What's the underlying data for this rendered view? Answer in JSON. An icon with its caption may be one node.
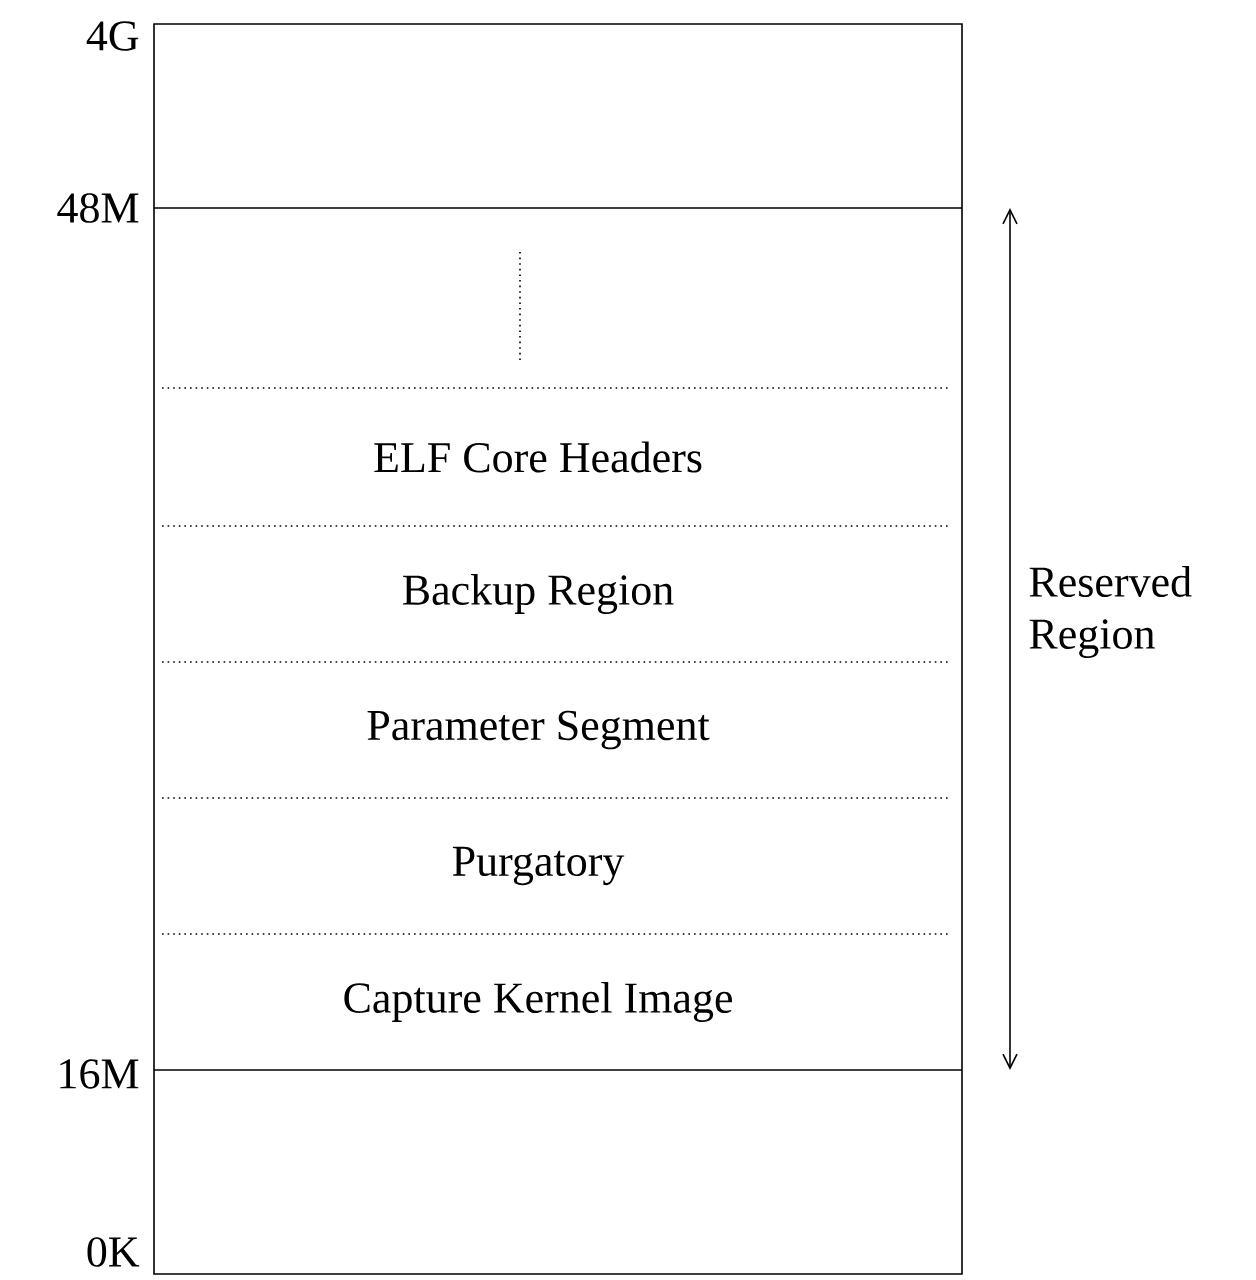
{
  "diagram": {
    "nodes": [
      {
        "text": [
          "ELF Core Headers"
        ]
      },
      {
        "text": [
          "Backup Region"
        ]
      },
      {
        "text": [
          "Parameter Segment"
        ]
      },
      {
        "text": [
          "Purgatory"
        ]
      },
      {
        "text": [
          "Capture Kernel Image"
        ]
      }
    ],
    "labels": [
      "4G",
      "48M",
      "Reserved Region",
      "16M",
      "0K"
    ]
  }
}
